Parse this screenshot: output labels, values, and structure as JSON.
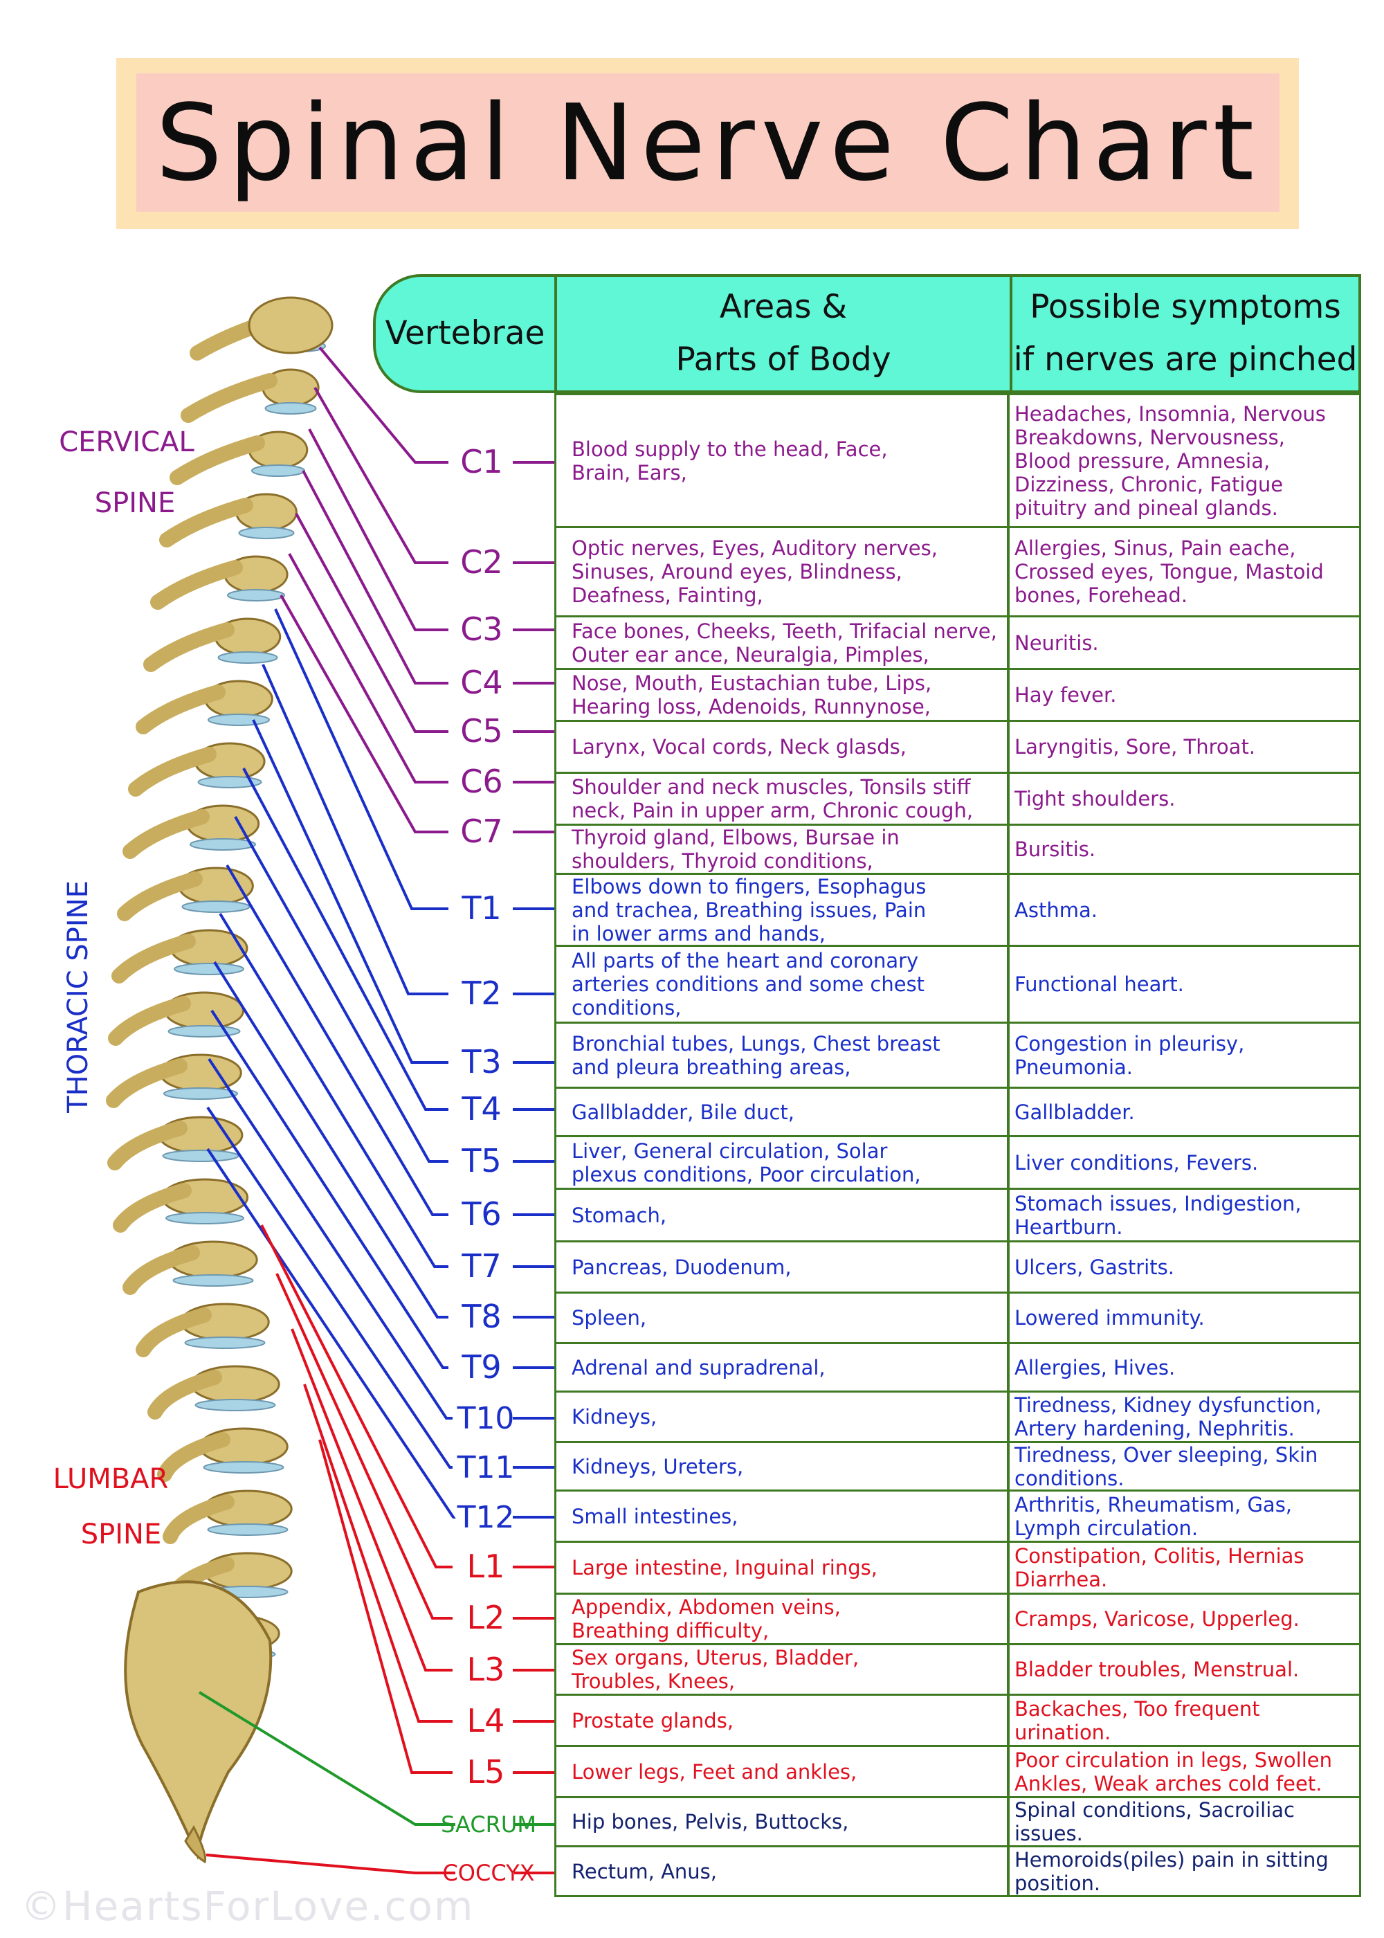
{
  "title": "Spinal Nerve Chart",
  "colors": {
    "cervical": "#8b1a8c",
    "thoracic": "#1a2fc8",
    "lumbar": "#e0101e",
    "sacrum": "#1f9a2a",
    "coccyx": "#e0101e",
    "header_bg": "#5ff7d6",
    "grid": "#3f7a23"
  },
  "regions": {
    "cervical_1": "CERVICAL",
    "cervical_2": "SPINE",
    "thoracic": "THORACIC SPINE",
    "lumbar_1": "LUMBAR",
    "lumbar_2": "SPINE"
  },
  "header": {
    "vertebrae": "Vertebrae",
    "areas": [
      "Areas &",
      "Parts of Body"
    ],
    "symptoms": [
      "Possible symptoms",
      "if nerves are pinched"
    ]
  },
  "rows": [
    {
      "label": "C1",
      "group": "cervical",
      "areas": [
        "Blood supply to the head,  Face,",
        "Brain,  Ears,"
      ],
      "symptoms": [
        "Headaches,  Insomnia, Nervous",
        "Breakdowns,  Nervousness,",
        "Blood pressure,  Amnesia,",
        "Dizziness, Chronic, Fatigue",
        "pituitry and pineal glands."
      ]
    },
    {
      "label": "C2",
      "group": "cervical",
      "areas": [
        "Optic nerves,  Eyes,  Auditory nerves,",
        "Sinuses,  Around eyes,  Blindness,",
        "Deafness,  Fainting,"
      ],
      "symptoms": [
        "Allergies,  Sinus,  Pain eache,",
        "Crossed eyes,  Tongue,  Mastoid",
        "bones,  Forehead."
      ]
    },
    {
      "label": "C3",
      "group": "cervical",
      "areas": [
        "Face bones, Cheeks, Teeth, Trifacial nerve,",
        "Outer ear ance,  Neuralgia,  Pimples,"
      ],
      "symptoms": [
        "Neuritis."
      ]
    },
    {
      "label": "C4",
      "group": "cervical",
      "areas": [
        "Nose,  Mouth,  Eustachian tube,  Lips,",
        "Hearing loss,  Adenoids,  Runnynose,"
      ],
      "symptoms": [
        "Hay  fever."
      ]
    },
    {
      "label": "C5",
      "group": "cervical",
      "areas": [
        "Larynx,  Vocal cords,  Neck glasds,"
      ],
      "symptoms": [
        "Laryngitis,  Sore,  Throat."
      ]
    },
    {
      "label": "C6",
      "group": "cervical",
      "areas": [
        "Shoulder and neck muscles,  Tonsils stiff",
        "neck, Pain in upper arm, Chronic cough,"
      ],
      "symptoms": [
        "Tight  shoulders."
      ]
    },
    {
      "label": "C7",
      "group": "cervical",
      "areas": [
        "Thyroid gland, Elbows, Bursae in",
        "shoulders, Thyroid conditions,"
      ],
      "symptoms": [
        "Bursitis."
      ]
    },
    {
      "label": "T1",
      "group": "thoracic",
      "areas": [
        "Elbows down to fingers,  Esophagus",
        "and trachea,  Breathing issues,  Pain",
        "in lower arms and hands,"
      ],
      "symptoms": [
        "Asthma."
      ]
    },
    {
      "label": "T2",
      "group": "thoracic",
      "areas": [
        "All parts of the heart and coronary",
        "arteries conditions and some chest",
        "conditions,"
      ],
      "symptoms": [
        "Functional  heart."
      ]
    },
    {
      "label": "T3",
      "group": "thoracic",
      "areas": [
        "Bronchial tubes,  Lungs,  Chest breast",
        "and pleura breathing areas,"
      ],
      "symptoms": [
        "Congestion  in  pleurisy,",
        "Pneumonia."
      ]
    },
    {
      "label": "T4",
      "group": "thoracic",
      "areas": [
        "Gallbladder,  Bile duct,"
      ],
      "symptoms": [
        "Gallbladder."
      ]
    },
    {
      "label": "T5",
      "group": "thoracic",
      "areas": [
        "Liver,  General circulation,  Solar",
        "plexus conditions,  Poor circulation,"
      ],
      "symptoms": [
        "Liver conditions,  Fevers."
      ]
    },
    {
      "label": "T6",
      "group": "thoracic",
      "areas": [
        "Stomach,"
      ],
      "symptoms": [
        "Stomach issues,  Indigestion,",
        "Heartburn."
      ]
    },
    {
      "label": "T7",
      "group": "thoracic",
      "areas": [
        "Pancreas,  Duodenum,"
      ],
      "symptoms": [
        "Ulcers,  Gastrits."
      ]
    },
    {
      "label": "T8",
      "group": "thoracic",
      "areas": [
        "Spleen,"
      ],
      "symptoms": [
        "Lowered  immunity."
      ]
    },
    {
      "label": "T9",
      "group": "thoracic",
      "areas": [
        "Adrenal  and  supradrenal,"
      ],
      "symptoms": [
        "Allergies,  Hives."
      ]
    },
    {
      "label": "T10",
      "group": "thoracic",
      "areas": [
        "Kidneys,"
      ],
      "symptoms": [
        "Tiredness,  Kidney dysfunction,",
        "Artery hardening,  Nephritis."
      ]
    },
    {
      "label": "T11",
      "group": "thoracic",
      "areas": [
        "Kidneys,  Ureters,"
      ],
      "symptoms": [
        "Tiredness,  Over sleeping,  Skin",
        "conditions."
      ]
    },
    {
      "label": "T12",
      "group": "thoracic",
      "areas": [
        "Small intestines,"
      ],
      "symptoms": [
        "Arthritis,  Rheumatism,  Gas,",
        "Lymph circulation."
      ]
    },
    {
      "label": "L1",
      "group": "lumbar",
      "areas": [
        "Large intestine,  Inguinal rings,"
      ],
      "symptoms": [
        "Constipation,  Colitis,  Hernias",
        "Diarrhea."
      ]
    },
    {
      "label": "L2",
      "group": "lumbar",
      "areas": [
        "Appendix,  Abdomen veins,",
        "Breathing  difficulty,"
      ],
      "symptoms": [
        "Cramps,  Varicose,  Upperleg."
      ]
    },
    {
      "label": "L3",
      "group": "lumbar",
      "areas": [
        "Sex organs,  Uterus,  Bladder,",
        "Troubles,  Knees,"
      ],
      "symptoms": [
        "Bladder troubles,  Menstrual."
      ]
    },
    {
      "label": "L4",
      "group": "lumbar",
      "areas": [
        "Prostate  glands,"
      ],
      "symptoms": [
        "Backaches,  Too frequent",
        "urination."
      ]
    },
    {
      "label": "L5",
      "group": "lumbar",
      "areas": [
        "Lower legs,  Feet and ankles,"
      ],
      "symptoms": [
        "Poor circulation in legs,  Swollen",
        "Ankles,  Weak arches cold feet."
      ]
    },
    {
      "label": "SACRUM",
      "group": "sacrum",
      "areas": [
        "Hip bones,  Pelvis,  Buttocks,"
      ],
      "symptoms": [
        "Spinal conditions,  Sacroiliac",
        "issues."
      ]
    },
    {
      "label": "COCCYX",
      "group": "coccyx",
      "areas": [
        "Rectum,  Anus,"
      ],
      "symptoms": [
        "Hemoroids(piles) pain in sitting",
        "position."
      ]
    }
  ],
  "watermark": "©HeartsForLove.com"
}
